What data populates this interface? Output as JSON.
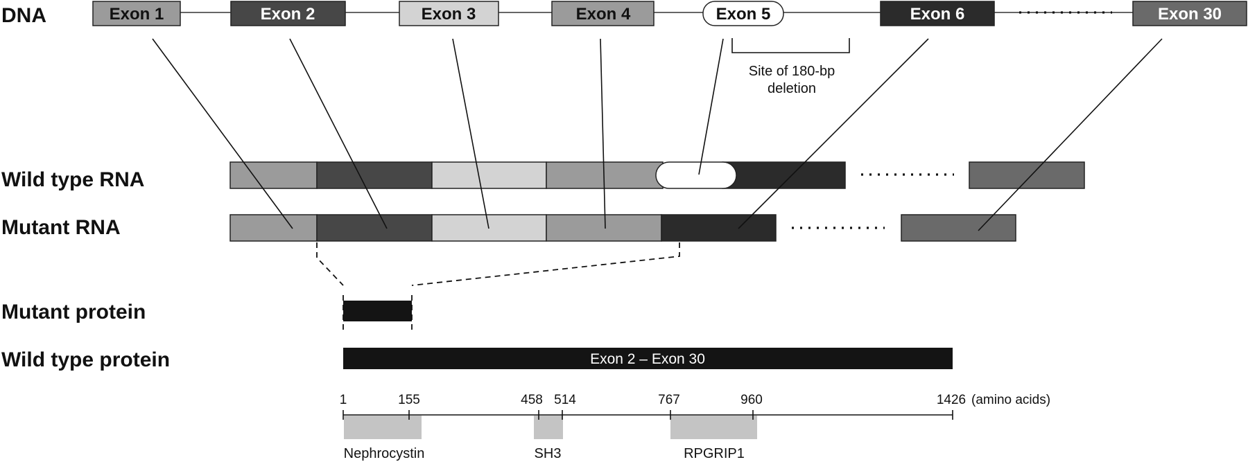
{
  "labels": {
    "dna": "DNA",
    "wild_type_rna": "Wild type RNA",
    "mutant_rna": "Mutant RNA",
    "mutant_protein": "Mutant protein",
    "wild_type_protein": "Wild type protein"
  },
  "exons": [
    {
      "label": "Exon 1",
      "fill": "#9b9b9b",
      "text": "#111111"
    },
    {
      "label": "Exon 2",
      "fill": "#474747",
      "text": "#ffffff"
    },
    {
      "label": "Exon 3",
      "fill": "#d3d3d3",
      "text": "#111111"
    },
    {
      "label": "Exon 4",
      "fill": "#9b9b9b",
      "text": "#111111"
    },
    {
      "label": "Exon 5",
      "fill": "#ffffff",
      "text": "#111111"
    },
    {
      "label": "Exon 6",
      "fill": "#2b2b2b",
      "text": "#ffffff"
    },
    {
      "label": "Exon 30",
      "fill": "#6a6a6a",
      "text": "#ffffff"
    }
  ],
  "deletion_note": {
    "line1": "Site of 180-bp",
    "line2": "deletion"
  },
  "protein_bar_label": "Exon 2 – Exon 30",
  "axis": {
    "ticks": [
      "1",
      "155",
      "458",
      "514",
      "767",
      "960",
      "1426"
    ],
    "unit": "(amino acids)"
  },
  "domains": [
    "Nephrocystin",
    "SH3",
    "RPGRIP1"
  ],
  "colors": {
    "exon1": "#9b9b9b",
    "exon2": "#474747",
    "exon3": "#d3d3d3",
    "exon4": "#9b9b9b",
    "exon5": "#ffffff",
    "exon6": "#2b2b2b",
    "exon30": "#6a6a6a",
    "protein": "#141414",
    "domain": "#c4c4c4"
  }
}
